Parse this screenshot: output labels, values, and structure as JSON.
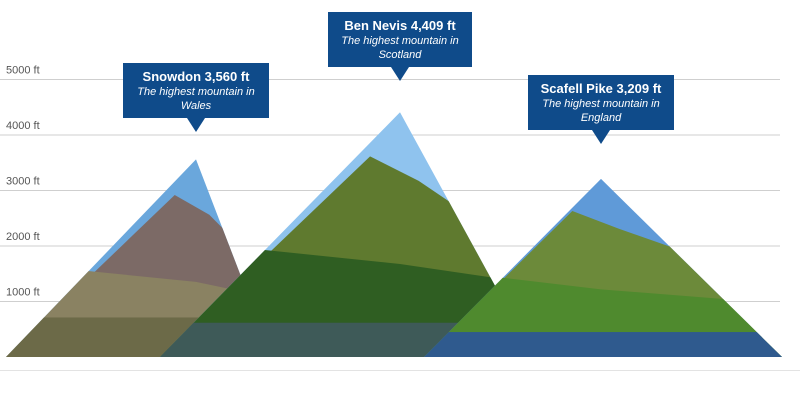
{
  "chart_data": {
    "type": "area",
    "ylim": [
      0,
      5600
    ],
    "y_ticks": [
      {
        "value": 1000,
        "label": "1000 ft"
      },
      {
        "value": 2000,
        "label": "2000 ft"
      },
      {
        "value": 3000,
        "label": "3000 ft"
      },
      {
        "value": 4000,
        "label": "4000 ft"
      },
      {
        "value": 5000,
        "label": "5000 ft"
      }
    ],
    "grid": true,
    "mountains": [
      {
        "name": "Snowdon",
        "height": 3560,
        "height_label": "3,560 ft",
        "description": "The highest mountain in Wales",
        "colors": {
          "sky": "#6aa7dc",
          "upper": "#7c6a66",
          "lower": "#8a8262",
          "ground": "#6c6a48"
        }
      },
      {
        "name": "Ben Nevis",
        "height": 4409,
        "height_label": "4,409 ft",
        "description": "The highest mountain in Scotland",
        "colors": {
          "sky": "#8fc3ee",
          "upper": "#5f7a2f",
          "lower": "#2f5e22",
          "water": "#3e5a58"
        }
      },
      {
        "name": "Scafell Pike",
        "height": 3209,
        "height_label": "3,209 ft",
        "description": "The highest mountain in England",
        "colors": {
          "sky": "#5f9ad8",
          "upper": "#6c8a3a",
          "lower": "#4f8a2e",
          "water": "#2f5a8e"
        }
      }
    ]
  },
  "colors": {
    "callout": "#0f4b8a",
    "grid": "#cfcfcf",
    "tick_text": "#555555"
  }
}
